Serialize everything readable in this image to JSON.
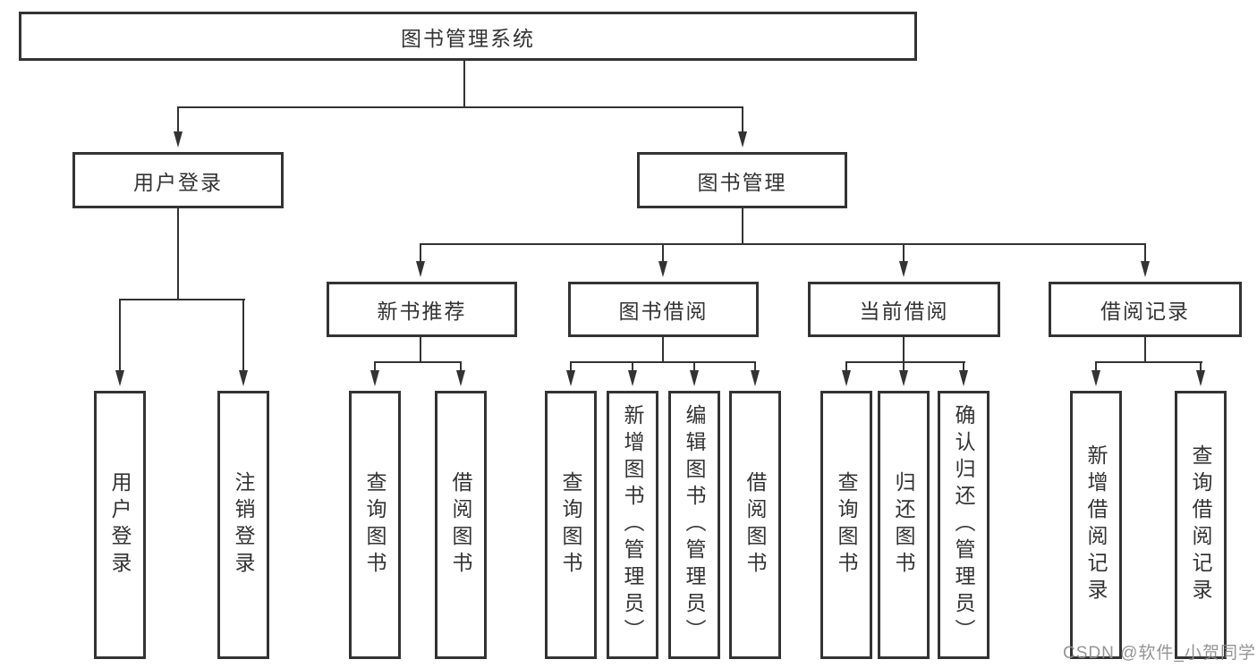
{
  "diagram": {
    "title": "图书管理系统",
    "tree": {
      "label": "图书管理系统",
      "children": [
        {
          "label": "用户登录",
          "children": [
            {
              "label": "用户登录"
            },
            {
              "label": "注销登录"
            }
          ]
        },
        {
          "label": "图书管理",
          "children": [
            {
              "label": "新书推荐",
              "children": [
                {
                  "label": "查询图书"
                },
                {
                  "label": "借阅图书"
                }
              ]
            },
            {
              "label": "图书借阅",
              "children": [
                {
                  "label": "查询图书"
                },
                {
                  "label": "新增图书（管理员）"
                },
                {
                  "label": "编辑图书（管理员）"
                },
                {
                  "label": "借阅图书"
                }
              ]
            },
            {
              "label": "当前借阅",
              "children": [
                {
                  "label": "查询图书"
                },
                {
                  "label": "归还图书"
                },
                {
                  "label": "确认归还（管理员）"
                }
              ]
            },
            {
              "label": "借阅记录",
              "children": [
                {
                  "label": "新增借阅记录"
                },
                {
                  "label": "查询借阅记录"
                }
              ]
            }
          ]
        }
      ]
    }
  },
  "watermark": {
    "text": "CSDN @软件_小贺同学"
  },
  "colors": {
    "line": "#333333",
    "text": "#333333",
    "background": "#ffffff",
    "watermark": "#8f8f8f"
  }
}
